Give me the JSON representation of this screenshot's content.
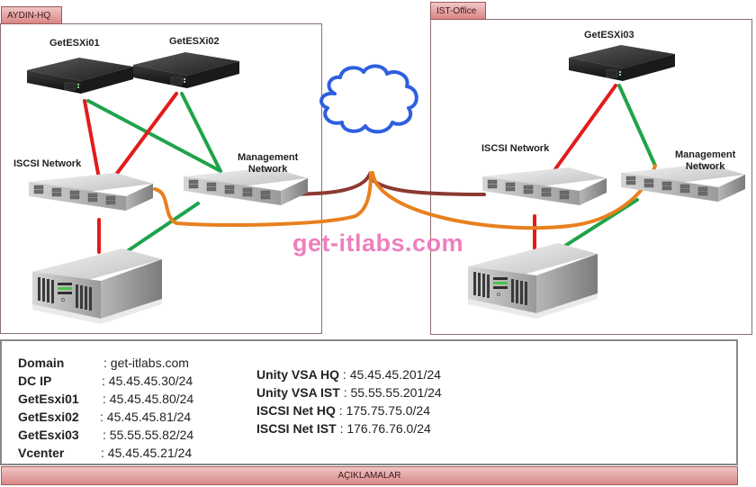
{
  "regions": {
    "hq": {
      "tab_label": "AYDIN-HQ"
    },
    "ist": {
      "tab_label": "IST-Office"
    }
  },
  "devices": {
    "esxi01": "GetESXi01",
    "esxi02": "GetESXi02",
    "esxi03": "GetESXi03",
    "hq_iscsi": "ISCSI Network",
    "hq_mgmt_line1": "Management",
    "hq_mgmt_line2": "Network",
    "ist_iscsi": "ISCSI Network",
    "ist_mgmt_line1": "Management",
    "ist_mgmt_line2": "Network"
  },
  "links": {
    "iscsi_color": "#e31b1b",
    "management_color": "#1fa34a",
    "wan_mgmt_color": "#8b3a32",
    "wan_iscsi_color": "#e8801e",
    "cloud_color": "#2e5fe0"
  },
  "watermark": "get-itlabs.com",
  "legend": {
    "left": [
      {
        "key": "Domain",
        "value": ": get-itlabs.com"
      },
      {
        "key": "DC IP",
        "value": ": 45.45.45.30/24"
      },
      {
        "key": "GetEsxi01",
        "value": ": 45.45.45.80/24"
      },
      {
        "key": "GetEsxi02",
        "value": ": 45.45.45.81/24"
      },
      {
        "key": "GetEsxi03",
        "value": ": 55.55.55.82/24"
      },
      {
        "key": "Vcenter",
        "value": ": 45.45.45.21/24"
      }
    ],
    "right": [
      {
        "key": "Unity VSA HQ",
        "value": " : 45.45.45.201/24"
      },
      {
        "key": "Unity VSA IST",
        "value": " : 55.55.55.201/24"
      },
      {
        "key": "ISCSI Net HQ",
        "value": " : 175.75.75.0/24"
      },
      {
        "key": "ISCSI Net IST",
        "value": " : 176.76.76.0/24"
      }
    ]
  },
  "footer": {
    "label": "AÇIKLAMALAR"
  }
}
